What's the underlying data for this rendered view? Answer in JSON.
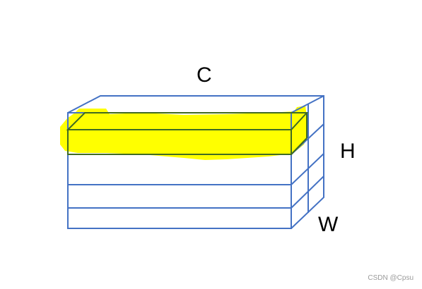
{
  "labels": {
    "channel": "C",
    "height": "H",
    "width": "W"
  },
  "watermark": "CSDN @Cpsu",
  "colors": {
    "box_edge": "#4472C4",
    "highlight": "#FFFF00",
    "highlight_slab_edge": "#3F6B22",
    "background": "#FFFFFF"
  }
}
